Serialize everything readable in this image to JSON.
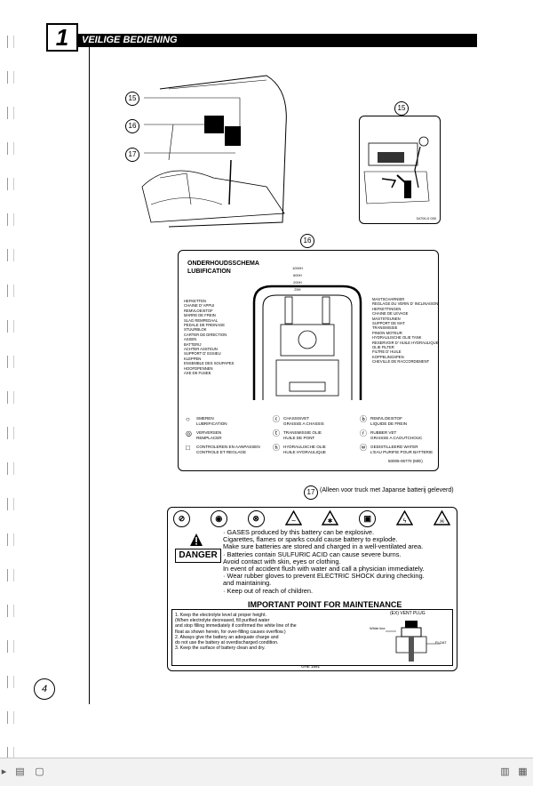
{
  "chapter": {
    "number": "1",
    "title": "VEILIGE BEDIENING"
  },
  "callouts": {
    "c15": "15",
    "c16": "16",
    "c17": "17"
  },
  "illustration_code": "34700-0 030",
  "schema": {
    "title_line1": "ONDERHOUDSSCHEMA",
    "title_line2": "LUBIFICATION",
    "intervals": [
      "1000H",
      "600H",
      "200H",
      "25H"
    ],
    "left_labels": [
      "HEFKETTEN",
      "CHAINE D' APPUI",
      "REMVLOEISTOF",
      "MARRE DE FREIN",
      "SLAG REMPEDAAL",
      "PEDALE DE FREINAGE",
      "STUURBLOK",
      "CARTER DE DIRECTION",
      "ASSEN",
      "BATTERIJ",
      "ACHTER ASSTEUN",
      "SUPPORT D' ESSIEU",
      "KLEPPEN",
      "ENSEMBLE DES SOUPAPES",
      "HOOFDPENNEN",
      "AXE DE FUSEE"
    ],
    "right_labels": [
      "MASTSCHARNIER",
      "REGLAGE DU VERIN D' INCLINAISON",
      "HEFKETTINGEN",
      "CHAINE DE LEVAGE",
      "MASTSTEUNEN",
      "SUPPORT DE MAT",
      "TRANSMISSIE",
      "PINION MOTEUR",
      "HYDRAULISCHE OLIE TANK",
      "RESERVOIR D' HUILE HYDRAULIQUE",
      "OLIE FILTER",
      "FILTRE D' HUILE",
      "KOPPELINGSPEN",
      "CHEVILLE DE RACCORDEMENT"
    ],
    "legend": [
      {
        "sym": "○",
        "line1": "SMEREN",
        "line2": "LUBRIFICATION"
      },
      {
        "sym": "◎",
        "line1": "VERVERSEN",
        "line2": "REMPLACER"
      },
      {
        "sym": "□",
        "line1": "CONTROLEREN EN AANPASSEN",
        "line2": "CONTROLE ET REGLAGE"
      },
      {
        "sym": "ⓒ",
        "line1": "CHASSISVET",
        "line2": "GRAISSE A CHASSIS"
      },
      {
        "sym": "ⓣ",
        "line1": "TRANSMISSIE OLIE",
        "line2": "HUILE DE PONT"
      },
      {
        "sym": "ⓗ",
        "line1": "HYDRAULISCHE OLIE",
        "line2": "HUILE HYDRAULIQUE"
      },
      {
        "sym": "ⓑ",
        "line1": "REMVLOEISTOF",
        "line2": "LIQUIDE DE FREIN"
      },
      {
        "sym": "ⓡ",
        "line1": "RUBBER VET",
        "line2": "GRAISSE A CAOUTCHOUC"
      },
      {
        "sym": "ⓦ",
        "line1": "GEDISTILLEERD WATER",
        "line2": "L'EAU PURIFIE POUR BATTERIE"
      }
    ],
    "code": "50005-06770 (M/E)"
  },
  "note17": "(Alleen voor truck met Japanse batterij geleverd)",
  "warning": {
    "danger": "DANGER",
    "lines": [
      "· GASES   produced by this battery can be explosive.",
      "  Cigarettes, flames or sparks could cause battery to explode.",
      "  Make sure batteries are stored and charged in a well-ventilated area.",
      "· Batteries contain SULFURIC ACID can cause severe burns.",
      "  Avoid contact with skin, eyes or clothing.",
      "  In event of accident flush with water and call a physician immediately.",
      "· Wear rubber gloves to prevent ELECTRIC SHOCK during checking.",
      "  and maintaining.",
      "· Keep out of reach of children."
    ],
    "maint_title": "IMPORTANT POINT FOR MAINTENANCE",
    "maint_lines": [
      "1. Keep the electrolyte level at proper height.",
      "   (When electrolyte decreased, fill purified water",
      "   and stop filling immediately if confirmed the white line of the",
      "   float as shown herein, for over-filling causes overflow.)",
      "2. Always give the battery an adequate charge and",
      "   do not use the battery at overdischarged condition.",
      "3. Keep the surface of battery clean and dry."
    ],
    "vent_plug": "(EX) VENT PLUG",
    "vent_white": "White line",
    "vent_float": "FLOAT",
    "code": "GHE 1891"
  },
  "page_number": "4"
}
